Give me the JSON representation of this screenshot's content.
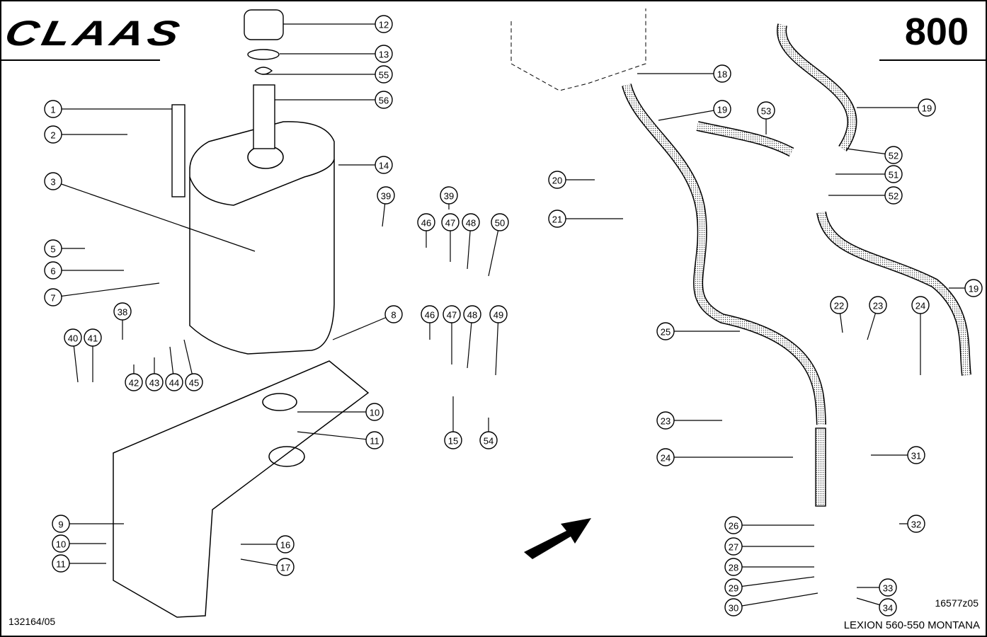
{
  "header": {
    "brand": "CLAAS",
    "page_number": "800"
  },
  "footer": {
    "document_ref": "132164/05",
    "drawing_ref": "16577z05",
    "model": "LEXION 560-550 MONTANA"
  },
  "callouts": [
    {
      "id": "c1",
      "label": "1"
    },
    {
      "id": "c2",
      "label": "2"
    },
    {
      "id": "c3",
      "label": "3"
    },
    {
      "id": "c5",
      "label": "5"
    },
    {
      "id": "c6",
      "label": "6"
    },
    {
      "id": "c7",
      "label": "7"
    },
    {
      "id": "c8",
      "label": "8"
    },
    {
      "id": "c9",
      "label": "9"
    },
    {
      "id": "c10a",
      "label": "10"
    },
    {
      "id": "c10b",
      "label": "10"
    },
    {
      "id": "c11a",
      "label": "11"
    },
    {
      "id": "c11b",
      "label": "11"
    },
    {
      "id": "c12",
      "label": "12"
    },
    {
      "id": "c13",
      "label": "13"
    },
    {
      "id": "c14",
      "label": "14"
    },
    {
      "id": "c15",
      "label": "15"
    },
    {
      "id": "c16",
      "label": "16"
    },
    {
      "id": "c17",
      "label": "17"
    },
    {
      "id": "c18",
      "label": "18"
    },
    {
      "id": "c19a",
      "label": "19"
    },
    {
      "id": "c19b",
      "label": "19"
    },
    {
      "id": "c19c",
      "label": "19"
    },
    {
      "id": "c20",
      "label": "20"
    },
    {
      "id": "c21",
      "label": "21"
    },
    {
      "id": "c22",
      "label": "22"
    },
    {
      "id": "c23a",
      "label": "23"
    },
    {
      "id": "c23b",
      "label": "23"
    },
    {
      "id": "c24a",
      "label": "24"
    },
    {
      "id": "c24b",
      "label": "24"
    },
    {
      "id": "c25",
      "label": "25"
    },
    {
      "id": "c26",
      "label": "26"
    },
    {
      "id": "c27",
      "label": "27"
    },
    {
      "id": "c28",
      "label": "28"
    },
    {
      "id": "c29",
      "label": "29"
    },
    {
      "id": "c30",
      "label": "30"
    },
    {
      "id": "c31",
      "label": "31"
    },
    {
      "id": "c32",
      "label": "32"
    },
    {
      "id": "c33",
      "label": "33"
    },
    {
      "id": "c34",
      "label": "34"
    },
    {
      "id": "c38",
      "label": "38"
    },
    {
      "id": "c39a",
      "label": "39"
    },
    {
      "id": "c39b",
      "label": "39"
    },
    {
      "id": "c40",
      "label": "40"
    },
    {
      "id": "c41",
      "label": "41"
    },
    {
      "id": "c42",
      "label": "42"
    },
    {
      "id": "c43",
      "label": "43"
    },
    {
      "id": "c44",
      "label": "44"
    },
    {
      "id": "c45",
      "label": "45"
    },
    {
      "id": "c46a",
      "label": "46"
    },
    {
      "id": "c46b",
      "label": "46"
    },
    {
      "id": "c47a",
      "label": "47"
    },
    {
      "id": "c47b",
      "label": "47"
    },
    {
      "id": "c48a",
      "label": "48"
    },
    {
      "id": "c48b",
      "label": "48"
    },
    {
      "id": "c49",
      "label": "49"
    },
    {
      "id": "c50",
      "label": "50"
    },
    {
      "id": "c51",
      "label": "51"
    },
    {
      "id": "c52a",
      "label": "52"
    },
    {
      "id": "c52b",
      "label": "52"
    },
    {
      "id": "c53",
      "label": "53"
    },
    {
      "id": "c54",
      "label": "54"
    },
    {
      "id": "c55",
      "label": "55"
    },
    {
      "id": "c56",
      "label": "56"
    }
  ]
}
